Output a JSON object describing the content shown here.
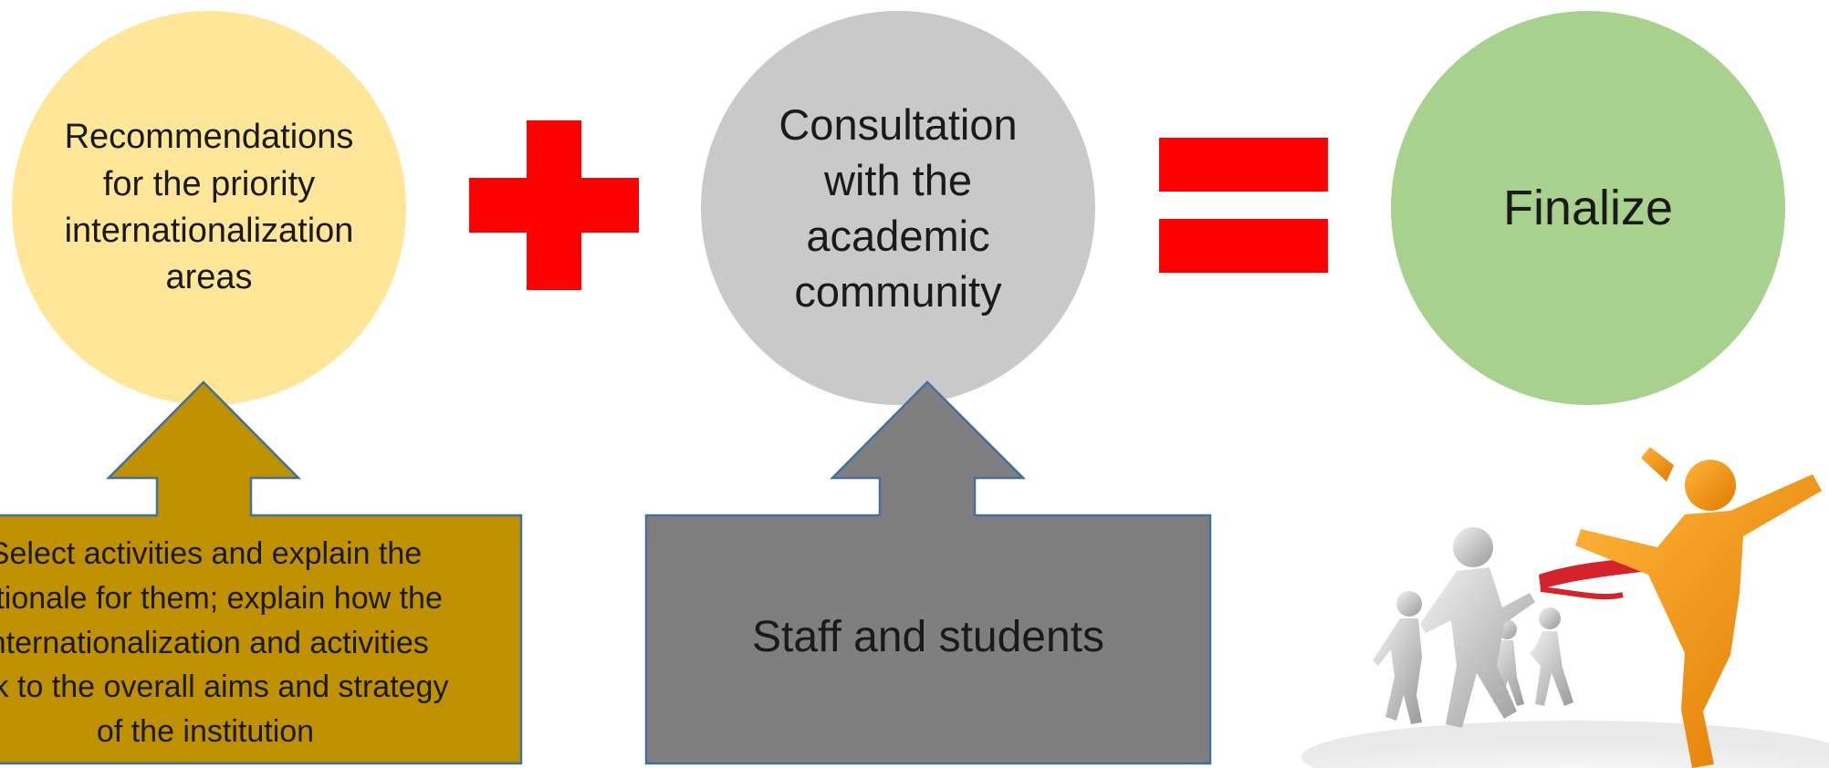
{
  "circles": {
    "recommendations": {
      "text": "Recommendations for the priority internationalization areas",
      "color": "#FFE699"
    },
    "consultation": {
      "text": "Consultation with the academic community",
      "color": "#C9C9C9"
    },
    "finalize": {
      "text": "Finalize",
      "color": "#A9D18E"
    }
  },
  "operators": {
    "plus": "plus-sign",
    "equals": "equals-sign",
    "color": "#FF0000"
  },
  "boxes": {
    "activities": {
      "lines": [
        "Select activities and explain the",
        "rationale for them; explain how the",
        "internationalization and activities",
        "link to the overall aims and strategy",
        "of the institution"
      ],
      "color": "#BF9000"
    },
    "staff": {
      "text": "Staff and students",
      "color": "#7F7F7F"
    }
  },
  "image": {
    "icon": "race-finish-line-runners-icon"
  }
}
